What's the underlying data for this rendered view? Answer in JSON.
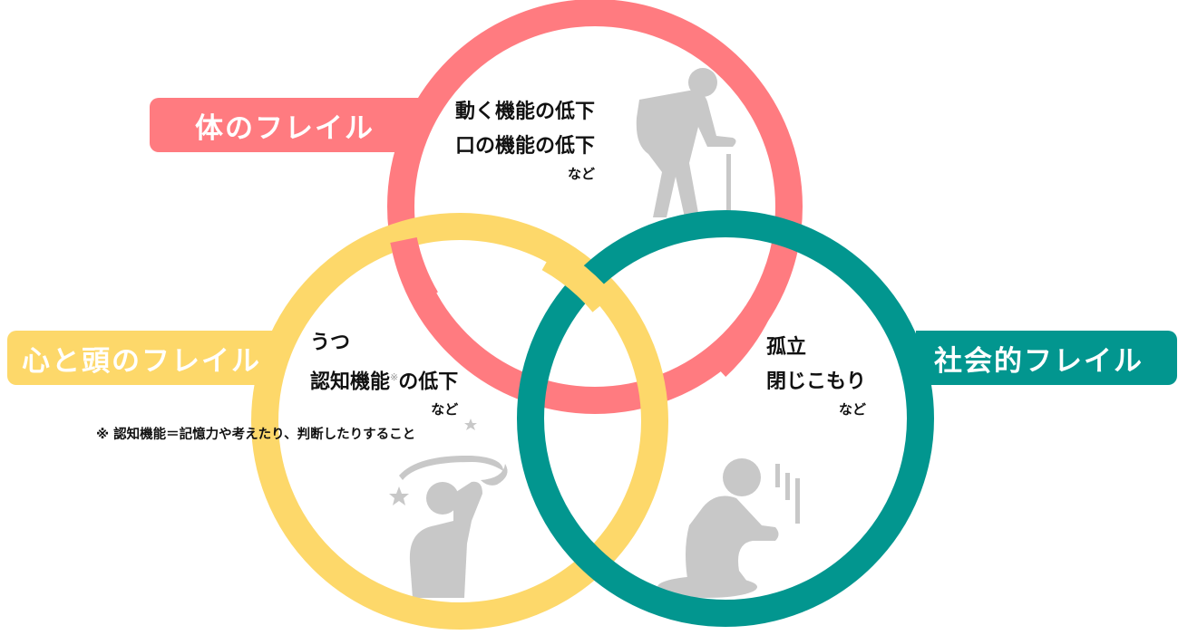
{
  "diagram": {
    "type": "venn",
    "colors": {
      "body": "#FF7B80",
      "mind": "#FDD86A",
      "social": "#02968F",
      "figure": "#C8C8C8"
    },
    "circles": [
      {
        "id": "body",
        "label": "体のフレイル",
        "items": [
          "動く機能の低下",
          "口の機能の低下"
        ],
        "etc": "など",
        "figure_icon": "elderly-person-with-cane-icon"
      },
      {
        "id": "mind",
        "label": "心と頭のフレイル",
        "items": [
          "うつ",
          "認知機能",
          "の低下"
        ],
        "note_mark": "※",
        "etc": "など",
        "figure_icon": "dizzy-person-holding-head-icon"
      },
      {
        "id": "social",
        "label": "社会的フレイル",
        "items": [
          "孤立",
          "閉じこもり"
        ],
        "etc": "など",
        "figure_icon": "person-sitting-alone-icon"
      }
    ],
    "footnote": "※ 認知機能＝記憶力や考えたり、判断したりすること"
  }
}
